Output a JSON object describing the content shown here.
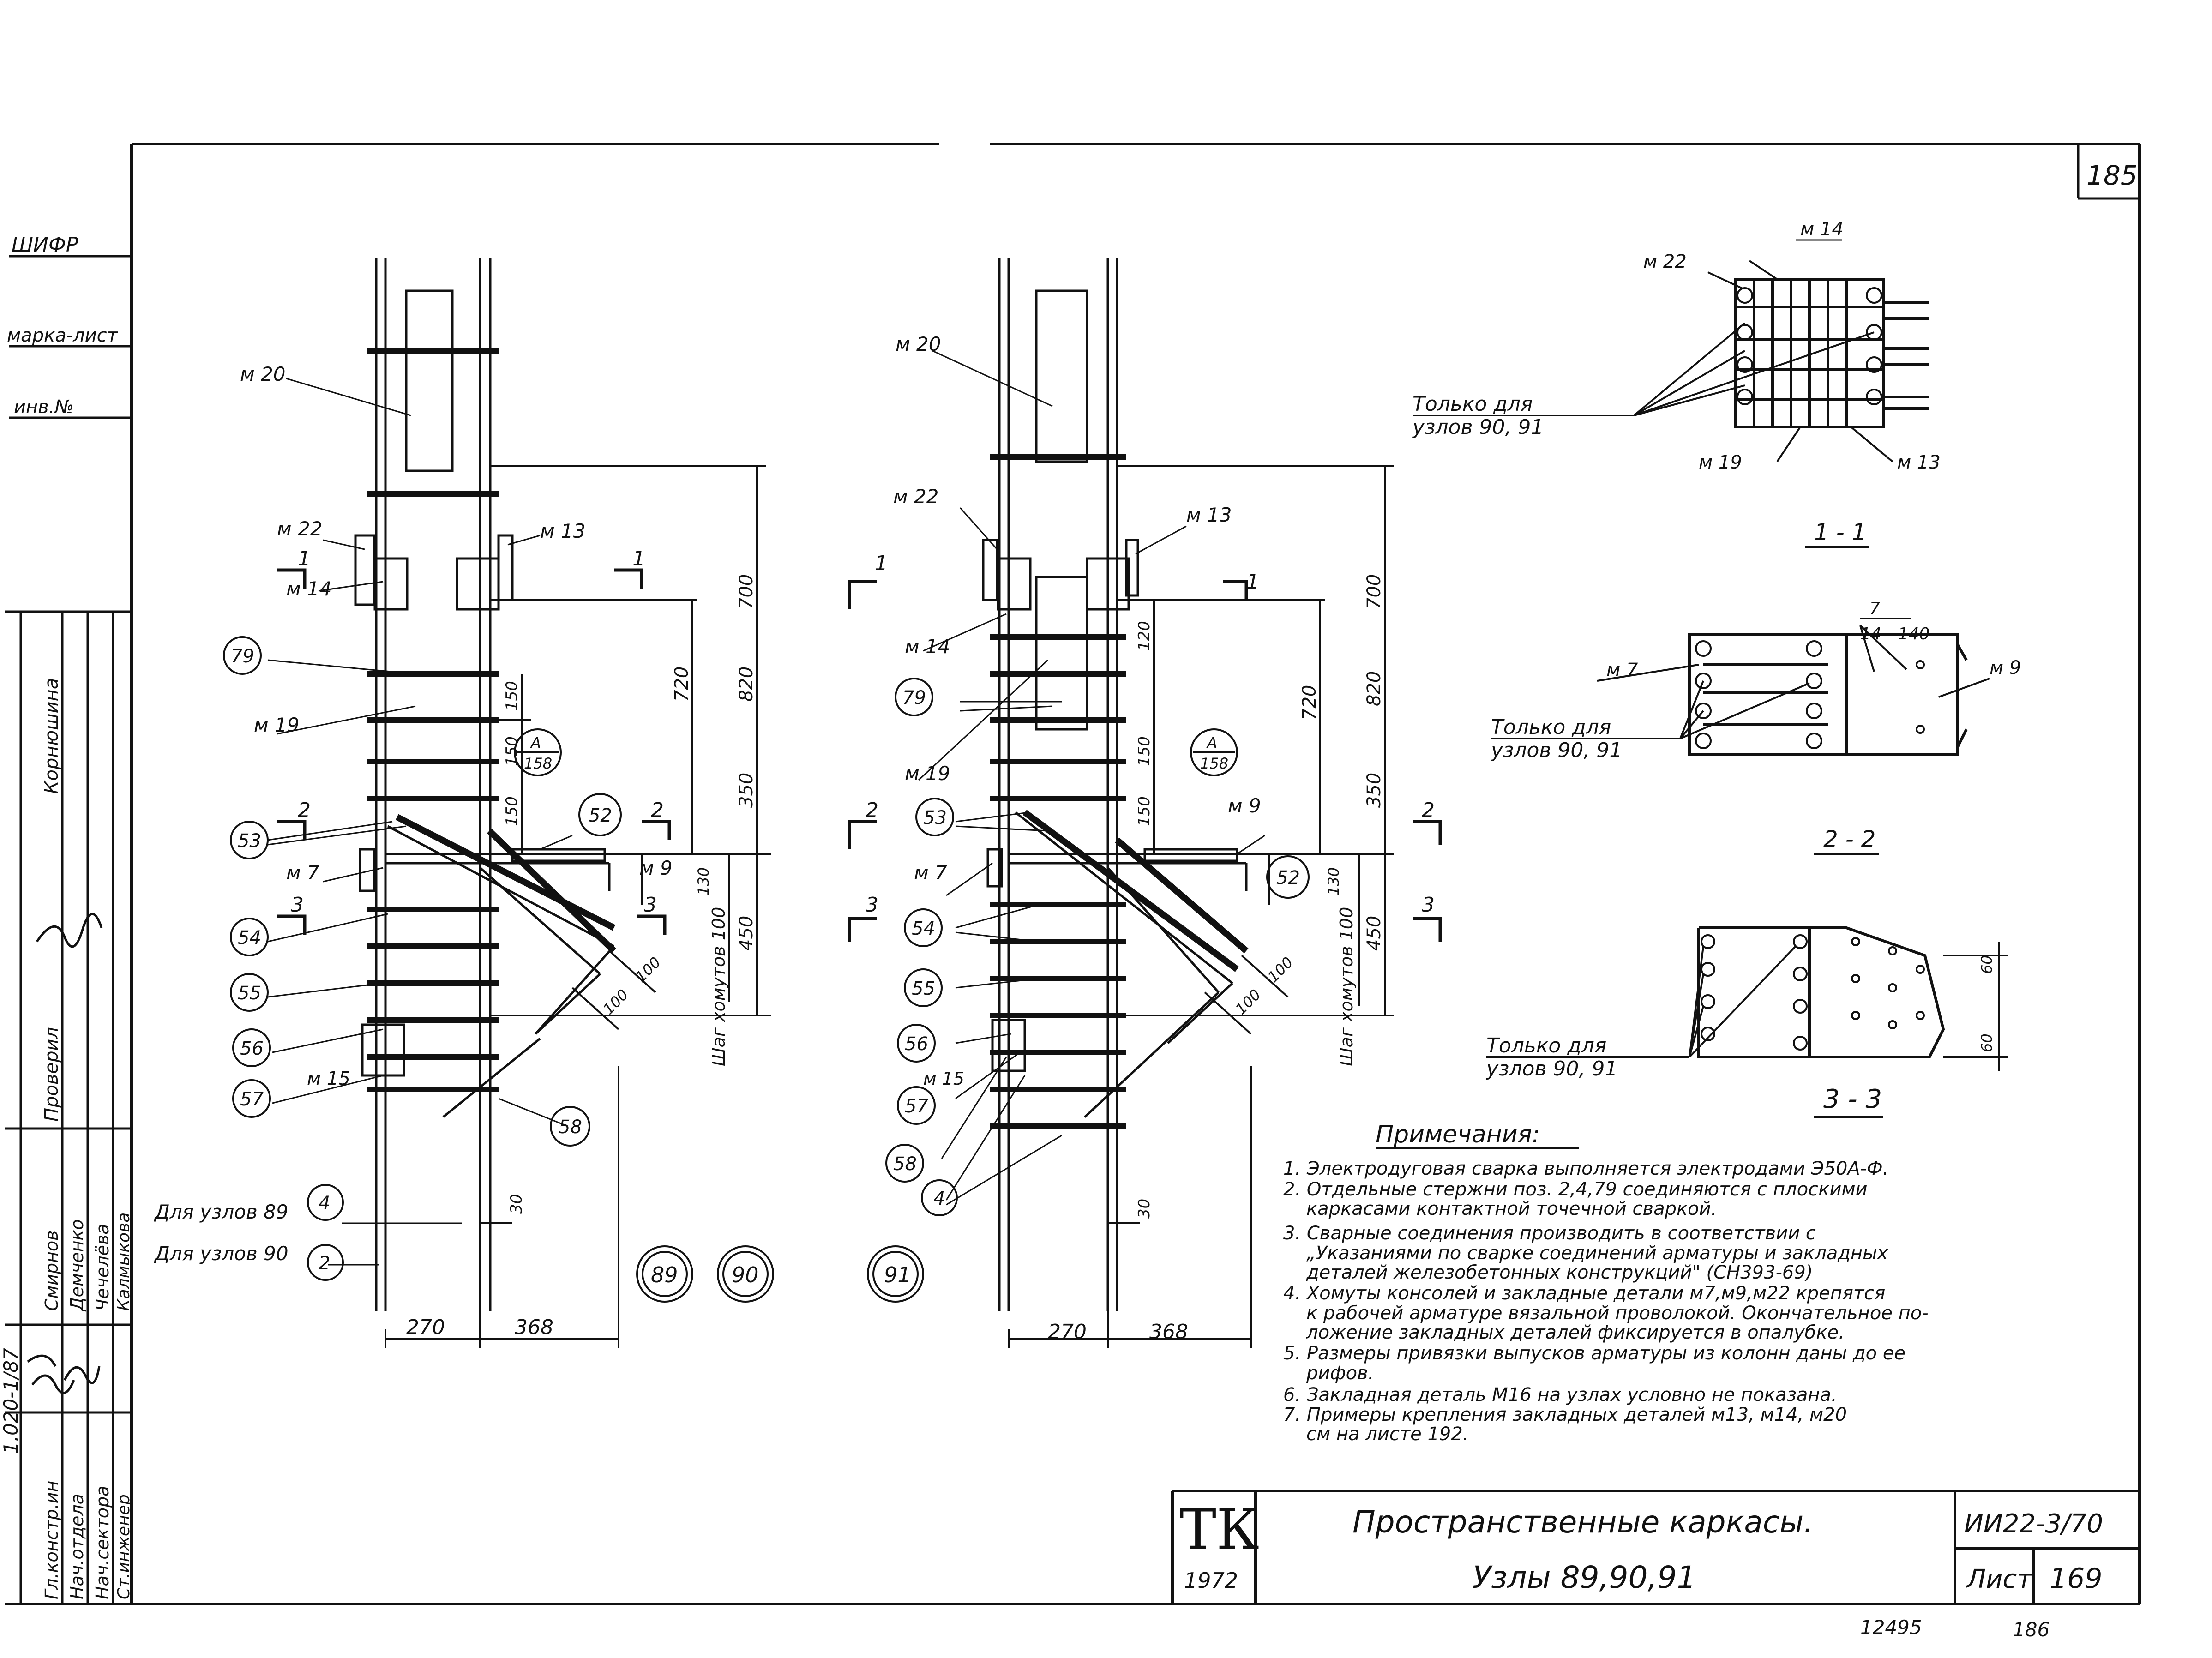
{
  "sheet": {
    "corner_number": "185",
    "footer_left_number": "12495",
    "footer_right_number": "186"
  },
  "side_stamp": {
    "cells": [
      "ШИФР",
      "марка-лист",
      "инв.№"
    ],
    "doc_code": "1.020-1/87",
    "signatures": [
      {
        "role": "Гл.констр.ин",
        "name": "Смирнов"
      },
      {
        "role": "Нач.отдела",
        "name": "Демченко"
      },
      {
        "role": "Нач.сектора",
        "name": "Чечелёва"
      },
      {
        "role": "Ст.инженер",
        "name": "Калмыкова"
      }
    ],
    "checked_label": "Проверил",
    "checked_name": "Корнюшина"
  },
  "left_drawing": {
    "labels": {
      "m20": "м 20",
      "m22": "м 22",
      "m13": "м 13",
      "m14": "м 14",
      "m19": "м 19",
      "m7": "м 7",
      "m9": "м 9",
      "m15": "м 15",
      "pos79": "79",
      "pos53": "53",
      "pos54": "54",
      "pos55": "55",
      "pos56": "56",
      "pos57": "57",
      "pos52": "52",
      "pos58": "58",
      "pos4": "4",
      "pos2": "2",
      "callout_top": "А",
      "callout_bottom": "158",
      "sec1": "1",
      "sec2": "2",
      "sec3": "3",
      "for_89": "Для узлов 89",
      "for_90": "Для узлов 90",
      "dim_700": "700",
      "dim_720": "720",
      "dim_820": "820",
      "dim_350": "350",
      "dim_450": "450",
      "dim_150a": "150",
      "dim_150b": "150",
      "dim_150c": "150",
      "dim_130": "130",
      "dim_100a": "100",
      "dim_100b": "100",
      "dim_30": "30",
      "dim_270": "270",
      "dim_368": "368",
      "stirrup": "Шаг хомутов 100"
    },
    "nodes": [
      "89",
      "90"
    ]
  },
  "right_drawing": {
    "labels": {
      "m20": "м 20",
      "m22": "м 22",
      "m13": "м 13",
      "m14": "м 14",
      "m19": "м 19",
      "m7": "м 7",
      "m9": "м 9",
      "m15": "м 15",
      "pos79": "79",
      "pos53": "53",
      "pos54": "54",
      "pos55": "55",
      "pos56": "56",
      "pos57": "57",
      "pos58": "58",
      "pos4": "4",
      "pos52": "52",
      "callout_top": "А",
      "callout_bottom": "158",
      "sec1": "1",
      "sec2": "2",
      "sec3": "3",
      "dim_700": "700",
      "dim_720": "720",
      "dim_820": "820",
      "dim_350": "350",
      "dim_450": "450",
      "dim_120": "120",
      "dim_150a": "150",
      "dim_150b": "150",
      "dim_130": "130",
      "dim_100a": "100",
      "dim_100b": "100",
      "dim_30": "30",
      "dim_270": "270",
      "dim_368": "368",
      "stirrup": "Шаг хомутов 100"
    },
    "nodes": [
      "91"
    ]
  },
  "sections": {
    "s1": {
      "title": "1 - 1",
      "m14": "м 14",
      "m22": "м 22",
      "m19": "м 19",
      "m13": "м 13",
      "only_for": "Только для",
      "nodes": "узлов 90, 91"
    },
    "s2": {
      "title": "2 - 2",
      "m7": "м 7",
      "m9": "м 9",
      "frac_top": "7",
      "frac_bottom": "14 - 140",
      "only_for": "Только для",
      "nodes": "узлов 90, 91"
    },
    "s3": {
      "title": "3 - 3",
      "dim_60a": "60",
      "dim_60b": "60",
      "only_for": "Только для",
      "nodes": "узлов 90, 91"
    }
  },
  "notes": {
    "heading": "Примечания:",
    "lines": [
      "1. Электродуговая сварка выполняется электродами Э50А-Ф.",
      "2. Отдельные стержни поз. 2,4,79 соединяются с плоскими",
      "каркасами контактной точечной сваркой.",
      "3. Сварные соединения производить в соответствии с",
      "„Указаниями по сварке соединений арматуры и закладных",
      "деталей железобетонных конструкций\" (СН393-69)",
      "4. Хомуты консолей и закладные детали м7,м9,м22 крепятся",
      "к рабочей арматуре вязальной проволокой. Окончательное по-",
      "ложение закладных деталей фиксируется в опалубке.",
      "5. Размеры привязки выпусков арматуры из колонн даны до ее",
      "рифов.",
      "6. Закладная деталь М16 на узлах условно не показана.",
      "7. Примеры крепления закладных деталей м13, м14, м20",
      "см на листе 192."
    ]
  },
  "title_block": {
    "logo": "ТК",
    "year": "1972",
    "title_line1": "Пространственные каркасы.",
    "title_line2": "Узлы 89,90,91",
    "series": "ИИ22-3/70",
    "sheet_label": "Лист",
    "sheet_number": "169"
  }
}
